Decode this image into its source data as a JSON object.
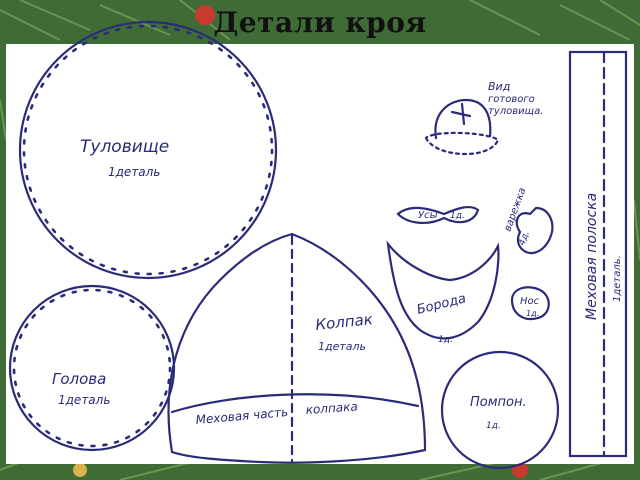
{
  "title": "Детали кроя",
  "colors": {
    "ink": "#2b2b7a",
    "paper": "#ffffff",
    "pine": "#2f5a2c",
    "ornament": "#c73a2e"
  },
  "pieces": {
    "body": {
      "name": "Туловище",
      "qty": "1деталь"
    },
    "head": {
      "name": "Голова",
      "qty": "1деталь"
    },
    "cap": {
      "name": "Колпак",
      "qty": "1деталь",
      "fur": "Меховая часть",
      "fur2": "колпака"
    },
    "view": {
      "line1": "Вид",
      "line2": "готового",
      "line3": "туловища."
    },
    "mustache": {
      "name": "Усы",
      "qty": "1д."
    },
    "mitten": {
      "name": "варежка",
      "qty": "4д."
    },
    "beard": {
      "name": "Борода",
      "qty": "1д."
    },
    "nose": {
      "name": "Нос",
      "qty": "1д."
    },
    "pompon": {
      "name": "Помпон.",
      "qty": "1д."
    },
    "fur_strip": {
      "name": "Меховая полоска",
      "qty": "1деталь."
    }
  }
}
